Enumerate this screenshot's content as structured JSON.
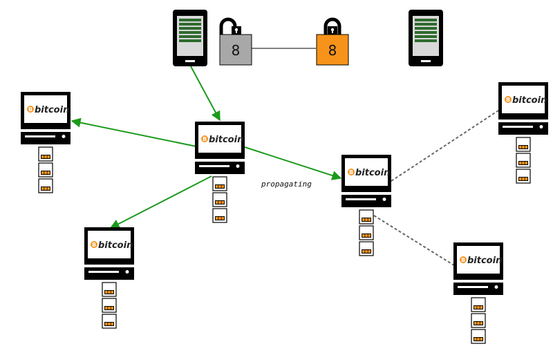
{
  "brand": {
    "label": "bitcoin",
    "symbol": "B",
    "accent": "#f7931a"
  },
  "locks": {
    "open": {
      "number": "8",
      "color": "#a8a8a8"
    },
    "closed": {
      "number": "8",
      "color": "#f7931a"
    }
  },
  "edge_label": "propagating",
  "colors": {
    "propagate": "#1a9a1a",
    "pending": "#666666",
    "screen": "#2e6b2e",
    "block": "#f7931a"
  },
  "nodes": {
    "left": {
      "blocks": 3
    },
    "center": {
      "blocks": 3
    },
    "bottom-left": {
      "blocks": 3
    },
    "right": {
      "blocks": 3
    },
    "far-right-top": {
      "blocks": 3
    },
    "far-right-bottom": {
      "blocks": 3
    }
  }
}
